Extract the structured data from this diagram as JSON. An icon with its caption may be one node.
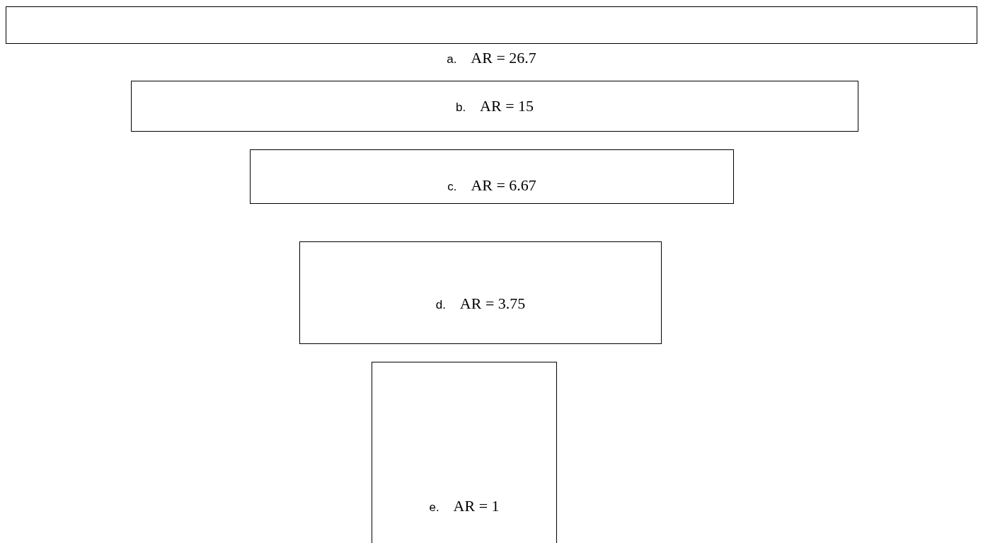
{
  "diagram": {
    "nodes": [
      {
        "text": [
          "a.",
          "AR = 26.7"
        ]
      },
      {
        "text": [
          "b.",
          "AR = 15"
        ]
      },
      {
        "text": [
          "c.",
          "AR = 6.67"
        ]
      },
      {
        "text": [
          "d.",
          "AR = 3.75"
        ]
      },
      {
        "text": [
          "e.",
          "AR = 1"
        ]
      }
    ]
  }
}
